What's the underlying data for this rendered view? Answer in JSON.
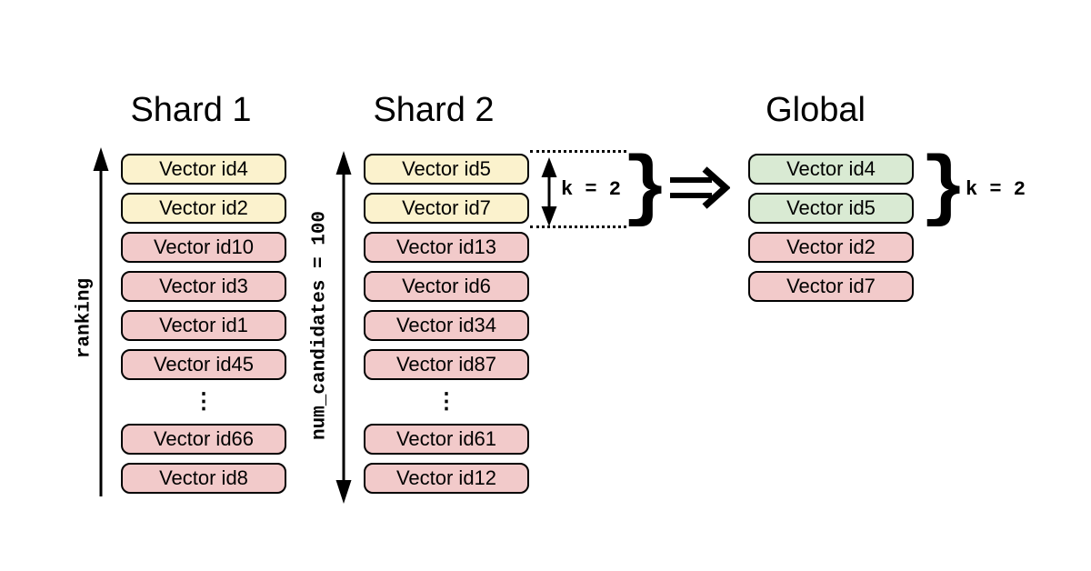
{
  "palette": {
    "yellow": "#fbf2cd",
    "pink": "#f2caca",
    "green": "#d9ead3",
    "stroke": "#000000",
    "background": "#ffffff"
  },
  "columns": [
    {
      "id": "shard1",
      "title": "Shard 1",
      "rows": [
        {
          "type": "box",
          "label": "Vector id4",
          "color": "yellow"
        },
        {
          "type": "box",
          "label": "Vector id2",
          "color": "yellow"
        },
        {
          "type": "box",
          "label": "Vector id10",
          "color": "pink"
        },
        {
          "type": "box",
          "label": "Vector id3",
          "color": "pink"
        },
        {
          "type": "box",
          "label": "Vector id1",
          "color": "pink"
        },
        {
          "type": "box",
          "label": "Vector id45",
          "color": "pink"
        },
        {
          "type": "dots"
        },
        {
          "type": "box",
          "label": "Vector id66",
          "color": "pink"
        },
        {
          "type": "box",
          "label": "Vector id8",
          "color": "pink"
        }
      ]
    },
    {
      "id": "shard2",
      "title": "Shard 2",
      "rows": [
        {
          "type": "box",
          "label": "Vector id5",
          "color": "yellow"
        },
        {
          "type": "box",
          "label": "Vector id7",
          "color": "yellow"
        },
        {
          "type": "box",
          "label": "Vector id13",
          "color": "pink"
        },
        {
          "type": "box",
          "label": "Vector id6",
          "color": "pink"
        },
        {
          "type": "box",
          "label": "Vector id34",
          "color": "pink"
        },
        {
          "type": "box",
          "label": "Vector id87",
          "color": "pink"
        },
        {
          "type": "dots"
        },
        {
          "type": "box",
          "label": "Vector id61",
          "color": "pink"
        },
        {
          "type": "box",
          "label": "Vector id12",
          "color": "pink"
        }
      ]
    },
    {
      "id": "global",
      "title": "Global",
      "rows": [
        {
          "type": "box",
          "label": "Vector id4",
          "color": "green"
        },
        {
          "type": "box",
          "label": "Vector id5",
          "color": "green"
        },
        {
          "type": "box",
          "label": "Vector id2",
          "color": "pink"
        },
        {
          "type": "box",
          "label": "Vector id7",
          "color": "pink"
        }
      ]
    }
  ],
  "annotations": {
    "ranking_label": "ranking",
    "num_candidates_label": "num_candidates = 100",
    "k_label_shard": "k = 2",
    "k_label_global": "k = 2",
    "brace": "}",
    "dots_glyph": "⋮"
  },
  "icons": {
    "ranking_arrow": "arrow-up-icon",
    "num_candidates_arrow": "arrow-up-down-icon",
    "k_span_arrow": "arrow-up-down-icon",
    "implies": "double-arrow-right-icon"
  }
}
